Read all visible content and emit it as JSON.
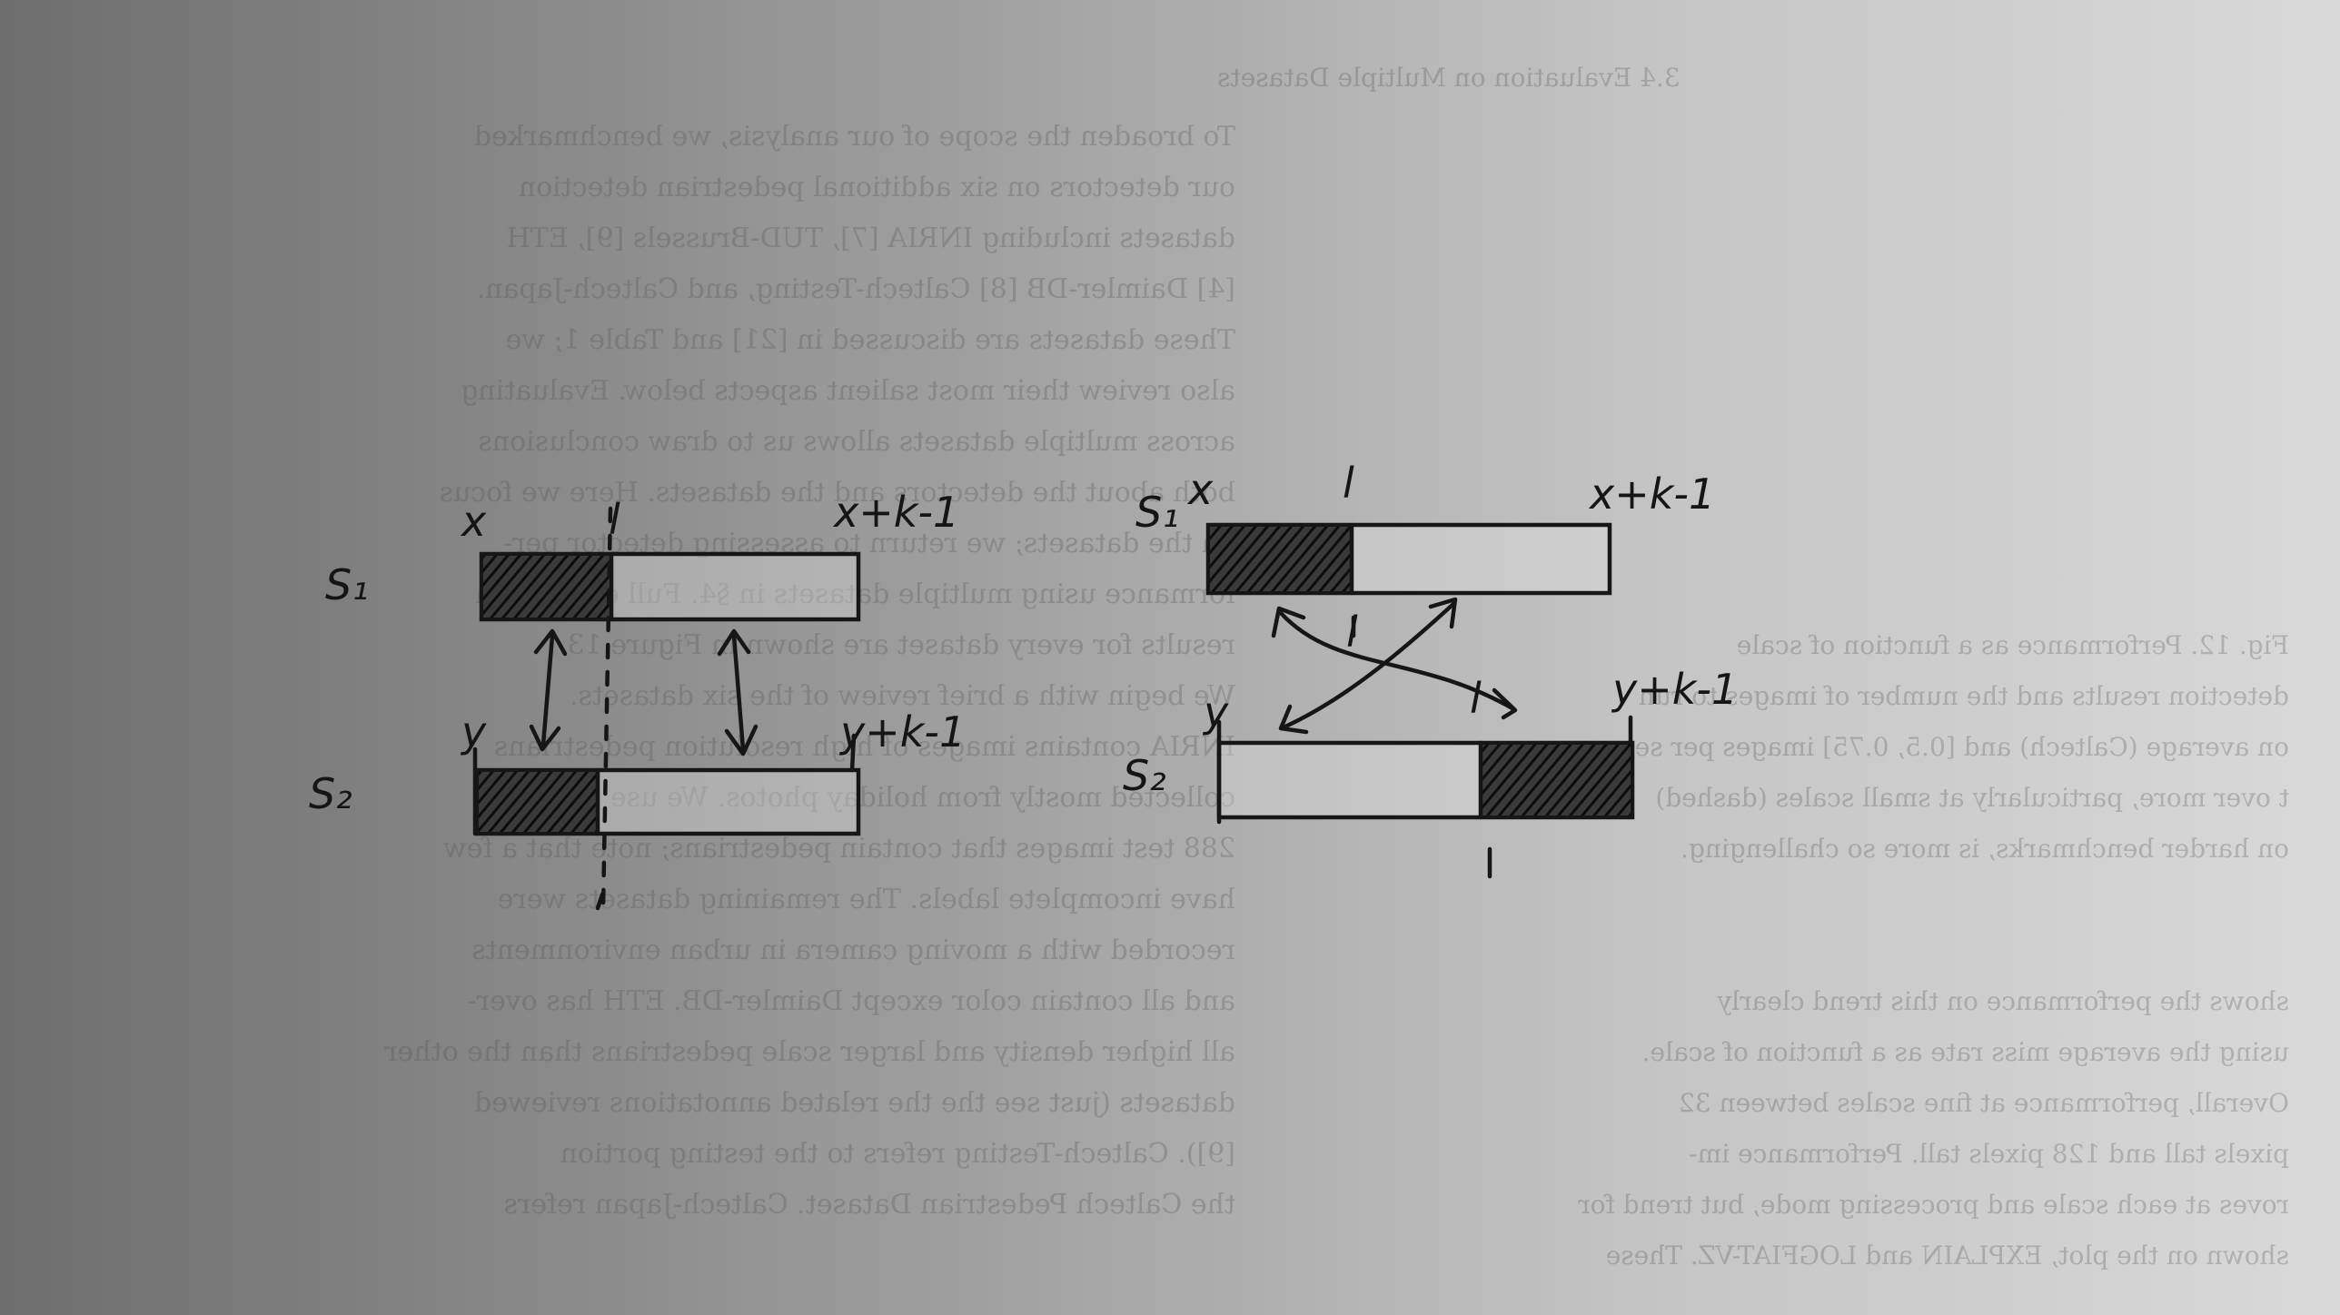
{
  "background": {
    "ghost_heading": "3.4  Evaluation on Multiple Datasets",
    "ghost_left_lines": [
      "To broaden the scope of our analysis, we benchmarked",
      "our detectors on six additional pedestrian detection",
      "datasets including INRIA [7], TUD-Brussels [9], ETH",
      "[4] Daimler-DB [8] Caltech-Testing, and Caltech-Japan.",
      "These datasets are discussed in [21] and Table 1; we",
      "also review their most salient aspects below. Evaluating",
      "across multiple datasets allows us to draw conclusions",
      "both about the detectors and the datasets. Here we focus",
      "on the datasets; we return to assessing detector per-",
      "formance using multiple datasets in §4. Full evaluation",
      "results for every dataset are shown in Figure 13.",
      "  We begin with a brief review of the six datasets.",
      "INRIA contains images of high resolution pedestrians",
      "collected mostly from holiday photos. We use only the",
      "288 test images that contain pedestrians; note that a few",
      "have incomplete labels. The remaining datasets were",
      "recorded with a moving camera in urban environments",
      "and all contain color except Daimler-DB. ETH has over-",
      "all higher density and larger scale pedestrians than the other",
      "datasets (just see the the related annotations reviewed",
      "[9]). Caltech-Testing refers to the testing portion",
      "the Caltech Pedestrian Dataset. Caltech-Japan refers"
    ],
    "ghost_right_lines": [
      "Fig. 12.  Performance as a function of scale",
      "detection results and the number of images to run",
      "on average (Caltech) and [0.5, 0.75] images per se-",
      "t over more, particularly at small scales (dashed)",
      "on harder benchmarks, is more so challenging.",
      "",
      "",
      "shows the performance on this trend clearly",
      "using the average miss rate as a function of scale.",
      "Overall, performance at fine scales between 32",
      "pixels tall and 128 pixels tall. Performance im-",
      "roves at each scale and processing mode, but trend for",
      "shown on the plot, EXPLAIN and LOGFIAT-VZ. These"
    ]
  },
  "diagram_left": {
    "label_x": "x",
    "label_tick": "l",
    "label_end": "x+k-1",
    "label_row1": "S₁",
    "label_y": "y",
    "label_end2": "y+k-1",
    "label_row2": "S₂"
  },
  "diagram_right": {
    "label_row1": "S₁",
    "label_x": "x",
    "label_tick": "l",
    "label_end": "x+k-1",
    "label_mid_tick": "l",
    "label_tick2": "l",
    "label_y": "y",
    "label_end2": "y+k-1",
    "label_row2": "S₂"
  },
  "colors": {
    "ink": "#161616",
    "paper_dark": "#6e6e6e",
    "paper_light": "#d9d9d9"
  }
}
